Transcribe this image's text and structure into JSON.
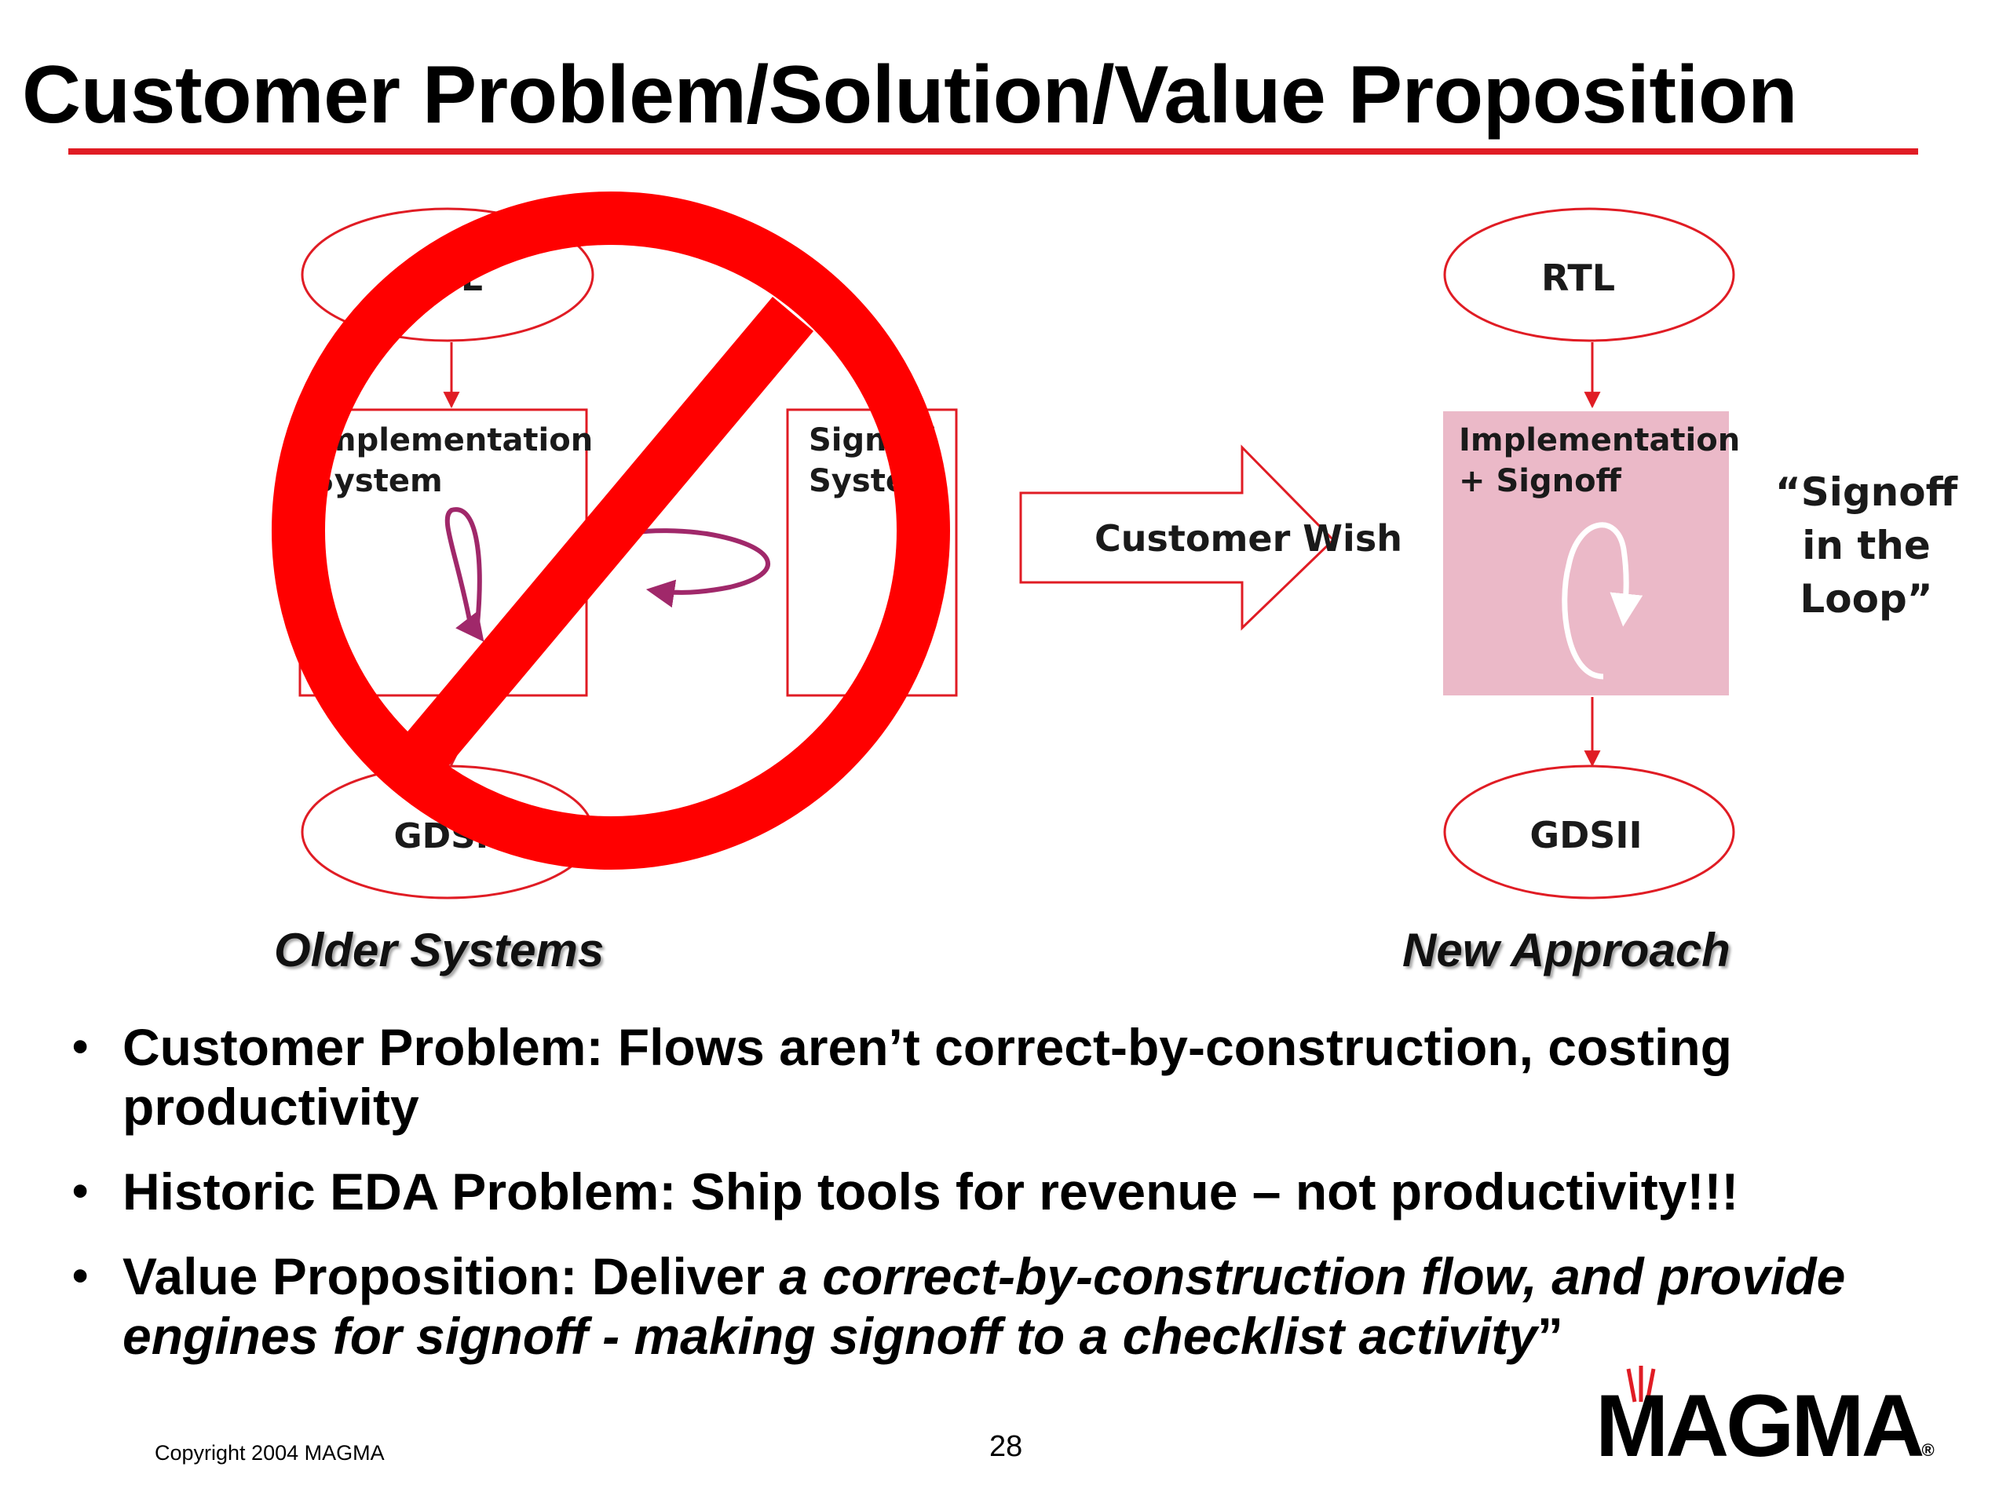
{
  "slide": {
    "title": "Customer Problem/Solution/Value Proposition",
    "copyright": "Copyright 2004 MAGMA",
    "page_number": "28",
    "logo_text": "MAGMA",
    "logo_reg": "®"
  },
  "diagram": {
    "older": {
      "rtl_label": "RTL",
      "impl_line1": "Implementation",
      "impl_line2": "System",
      "signoff_line1": "Signoff",
      "signoff_line2": "System",
      "gdsii_label": "GDSII",
      "caption": "Older Systems"
    },
    "arrow_label": "Customer Wish",
    "new": {
      "rtl_label": "RTL",
      "box_line1": "Implementation",
      "box_line2": "+ Signoff",
      "gdsii_label": "GDSII",
      "caption": "New Approach",
      "quote_line1": "“Signoff",
      "quote_line2": "in the",
      "quote_line3": "Loop”"
    },
    "colors": {
      "accent_red": "#e01c24",
      "loop_purple": "#a0286a",
      "box_pink": "#ebb9c8",
      "prohibit_red": "#ff0000"
    }
  },
  "bullets": [
    {
      "text": "Customer Problem: Flows aren’t correct-by-construction, costing productivity"
    },
    {
      "text": "Historic EDA Problem: Ship tools for revenue – not productivity!!!"
    },
    {
      "lead": "Value Proposition: Deliver ",
      "emph": "a correct-by-construction flow, and provide engines for signoff - making signoff to a checklist activity",
      "tail": "”"
    }
  ],
  "bullet_glyph": "•"
}
